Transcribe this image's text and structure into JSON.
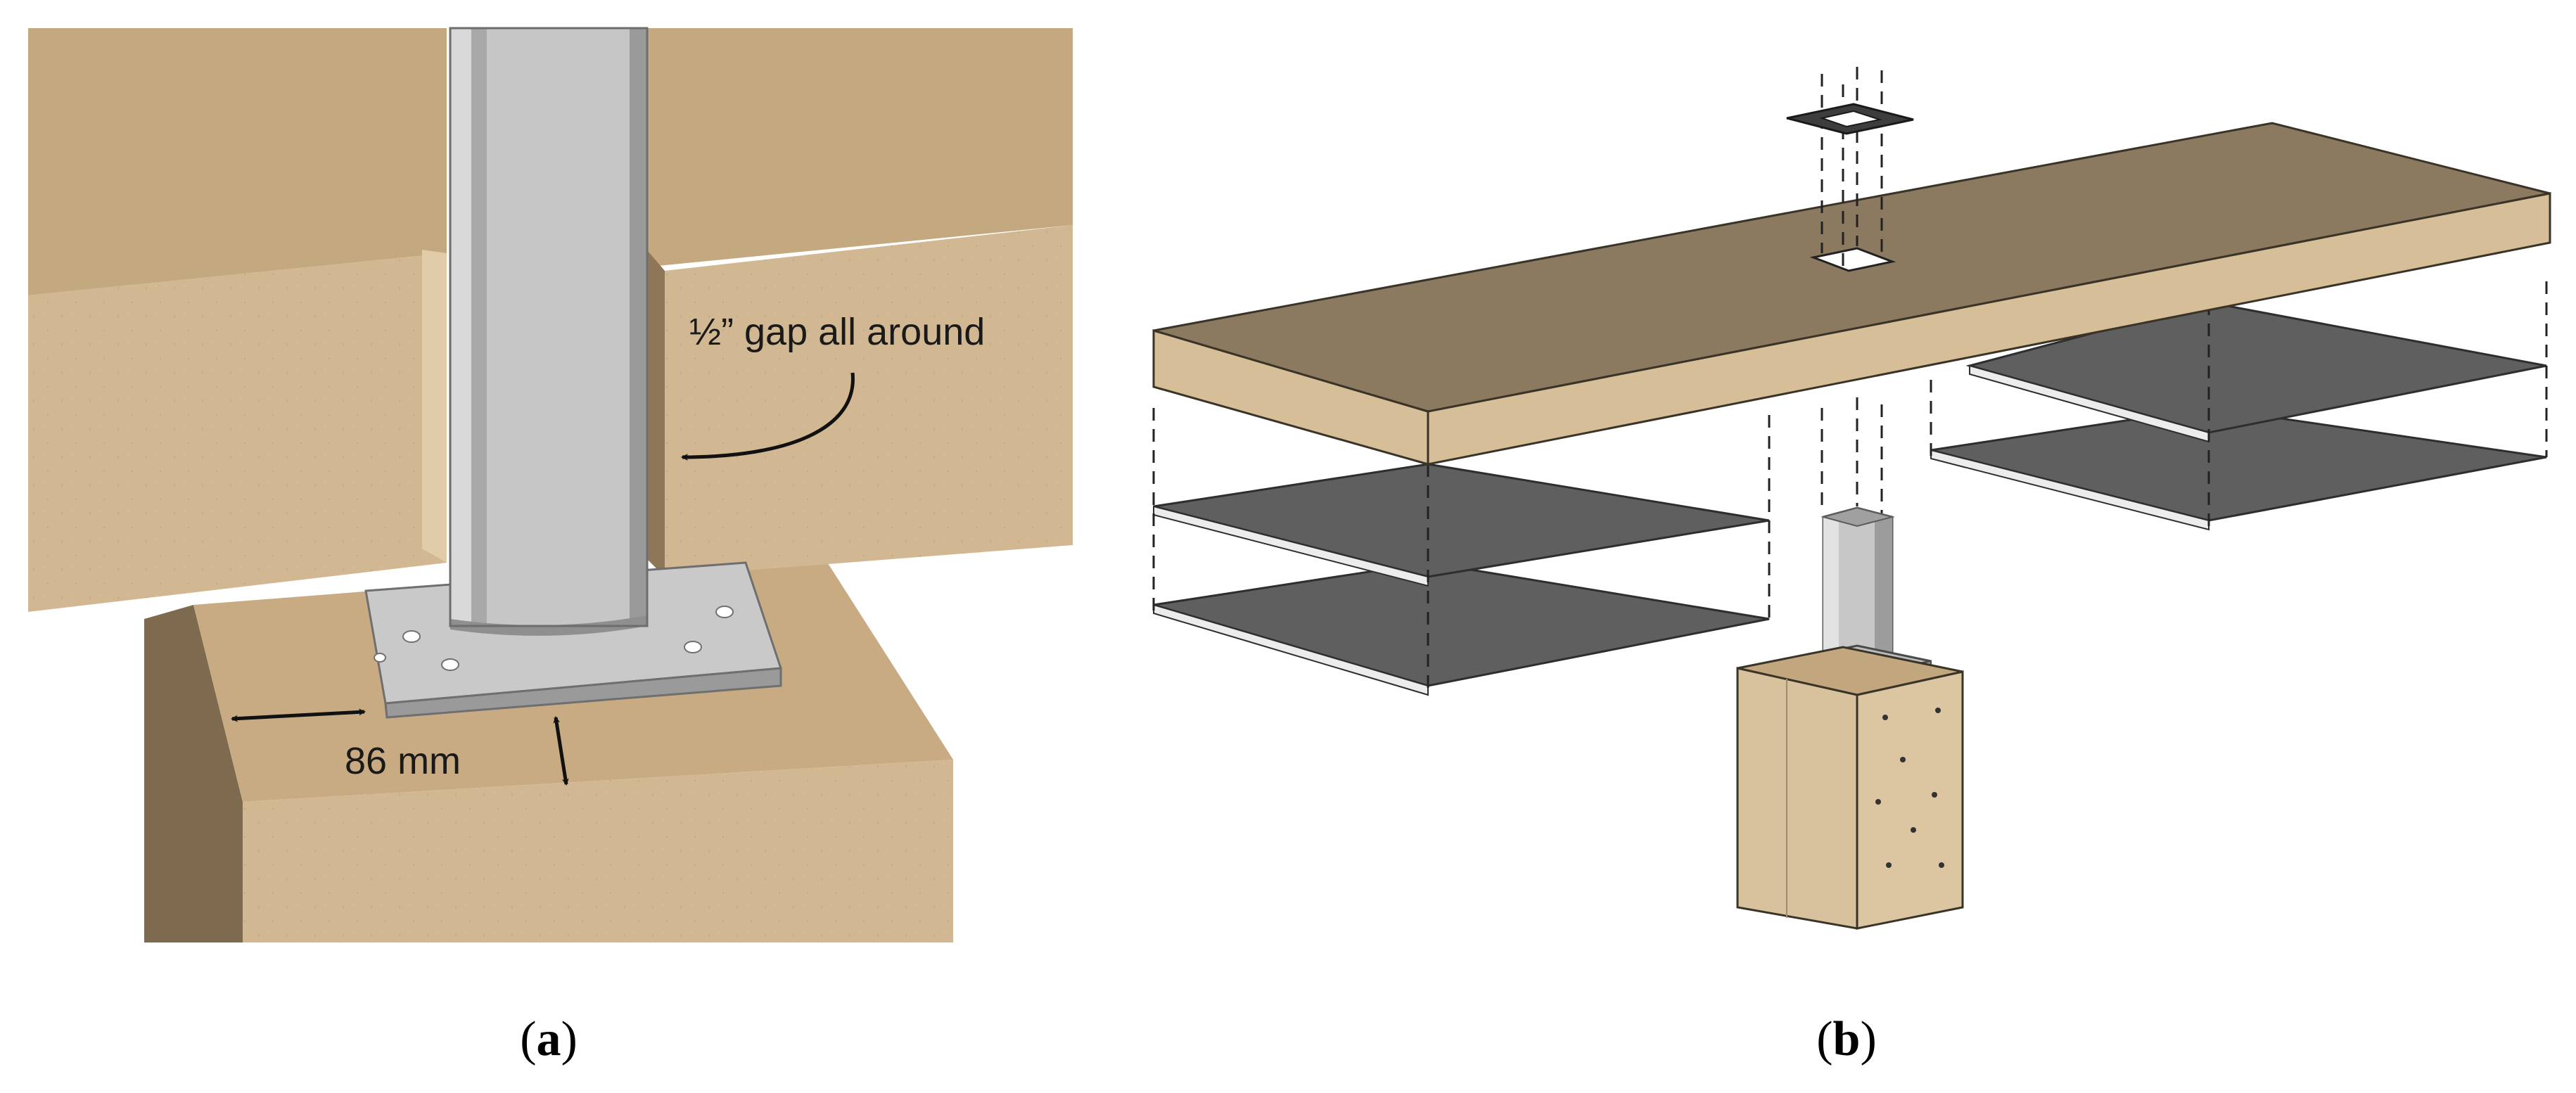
{
  "panel_a": {
    "annotation": "½” gap all around",
    "dimension": "86 mm",
    "caption_letter": "a"
  },
  "panel_b": {
    "caption_letter": "b"
  },
  "colors": {
    "wood_light": "#d4b995",
    "wood_mid": "#c8ab83",
    "wood_top": "#bfa27c",
    "wood_dark": "#7e6a4f",
    "slab_top": "#8c7a60",
    "slab_front": "#d6bf98",
    "steel_light": "#d2d2d2",
    "steel_mid": "#aeaeae",
    "steel_dark": "#8a8a8a",
    "panel_gray": "#5f5f5f"
  }
}
